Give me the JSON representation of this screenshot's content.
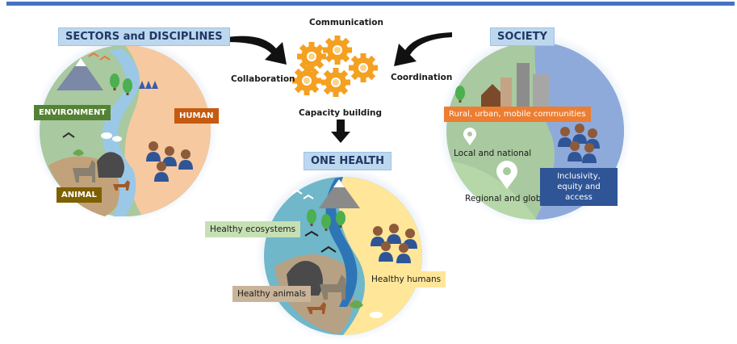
{
  "left_panel": {
    "title": "SECTORS and DISCIPLINES",
    "labels": {
      "environment": "ENVIRONMENT",
      "human": "HUMAN",
      "animal": "ANIMAL"
    }
  },
  "center": {
    "communication": "Communication",
    "collaboration": "Collaboration",
    "coordination": "Coordination",
    "capacity_building": "Capacity building"
  },
  "right_panel": {
    "title": "SOCIETY",
    "communities": "Rural, urban, mobile communities",
    "local": "Local and national",
    "regional": "Regional and global",
    "inclusivity": "Inclusivity, equity and access"
  },
  "bottom_panel": {
    "title": "ONE HEALTH",
    "ecosystems": "Healthy ecosystems",
    "humans": "Healthy humans",
    "animals": "Healthy animals"
  },
  "colors": {
    "accent_blue": "#4472c4",
    "environment_green": "#548235",
    "human_orange": "#c55a11",
    "animal_olive": "#7f6000",
    "community_orange": "#ed7d31",
    "inclusivity_navy": "#2f5597",
    "gear_orange": "#f4a020"
  }
}
